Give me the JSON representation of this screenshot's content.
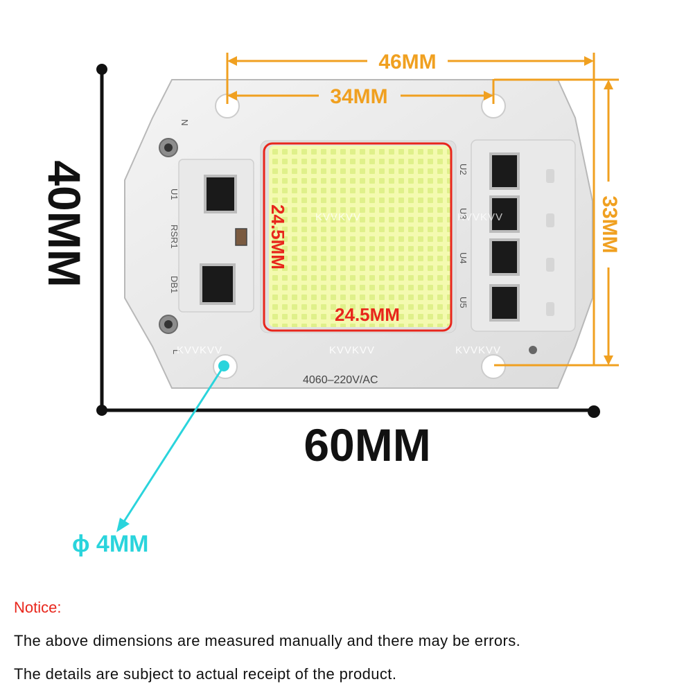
{
  "dimensions": {
    "overall_width": "46MM",
    "hole_spacing_x": "34MM",
    "hole_spacing_y": "33MM",
    "board_height": "40MM",
    "board_width": "60MM",
    "led_height": "24.5MM",
    "led_width": "24.5MM",
    "hole_diameter": "ϕ 4MM"
  },
  "board": {
    "model_text": "4060–220V/AC",
    "watermark": "KVVKVV",
    "silkscreen": {
      "n": "N",
      "l": "L",
      "u1": "U1",
      "rs": "RSR1",
      "d": "DB1",
      "u2": "U2",
      "u3": "U3",
      "u4": "U4",
      "u5": "U5"
    }
  },
  "colors": {
    "dimension_orange": "#f0a020",
    "led_outline_red": "#e8261c",
    "hole_callout_cyan": "#2ad4dc",
    "led_fill_yellow": "#f2f7a6",
    "black": "#111111"
  },
  "notice": {
    "title": "Notice:",
    "line1": "The above dimensions are measured manually and there may be errors.",
    "line2": "The details are subject to actual receipt of the product."
  }
}
